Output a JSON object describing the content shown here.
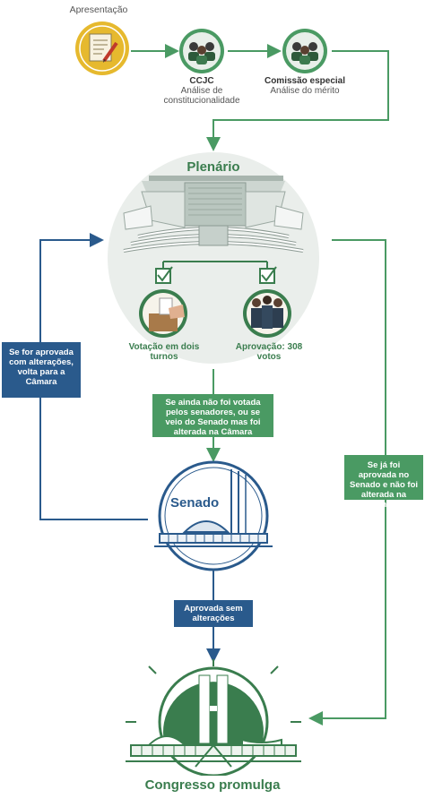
{
  "start": {
    "label": "Apresentação"
  },
  "ccjc": {
    "title": "CCJC",
    "desc": "Análise de constitucionalidade"
  },
  "comissao": {
    "title": "Comissão especial",
    "desc": "Análise do mérito"
  },
  "plenario": {
    "title": "Plenário"
  },
  "votacao": {
    "label": "Votação em dois turnos"
  },
  "aprovacao": {
    "label": "Aprovação: 308 votos"
  },
  "box_senado_path": "Se ainda não foi votada pelos senadores, ou se veio do Senado mas foi alterada na Câmara",
  "box_back": "Se for aprovada com alterações, volta para a Câmara",
  "box_direct": "Se já foi aprovada no Senado e não foi alterada na Câmara",
  "senado": {
    "title": "Senado"
  },
  "box_aprovada": "Aprovada sem alterações",
  "final": {
    "title": "Congresso promulga"
  },
  "colors": {
    "green": "#4a9a63",
    "darkgreen": "#3a7d4e",
    "blue": "#2a5a8c",
    "yellow": "#e6b92e"
  }
}
